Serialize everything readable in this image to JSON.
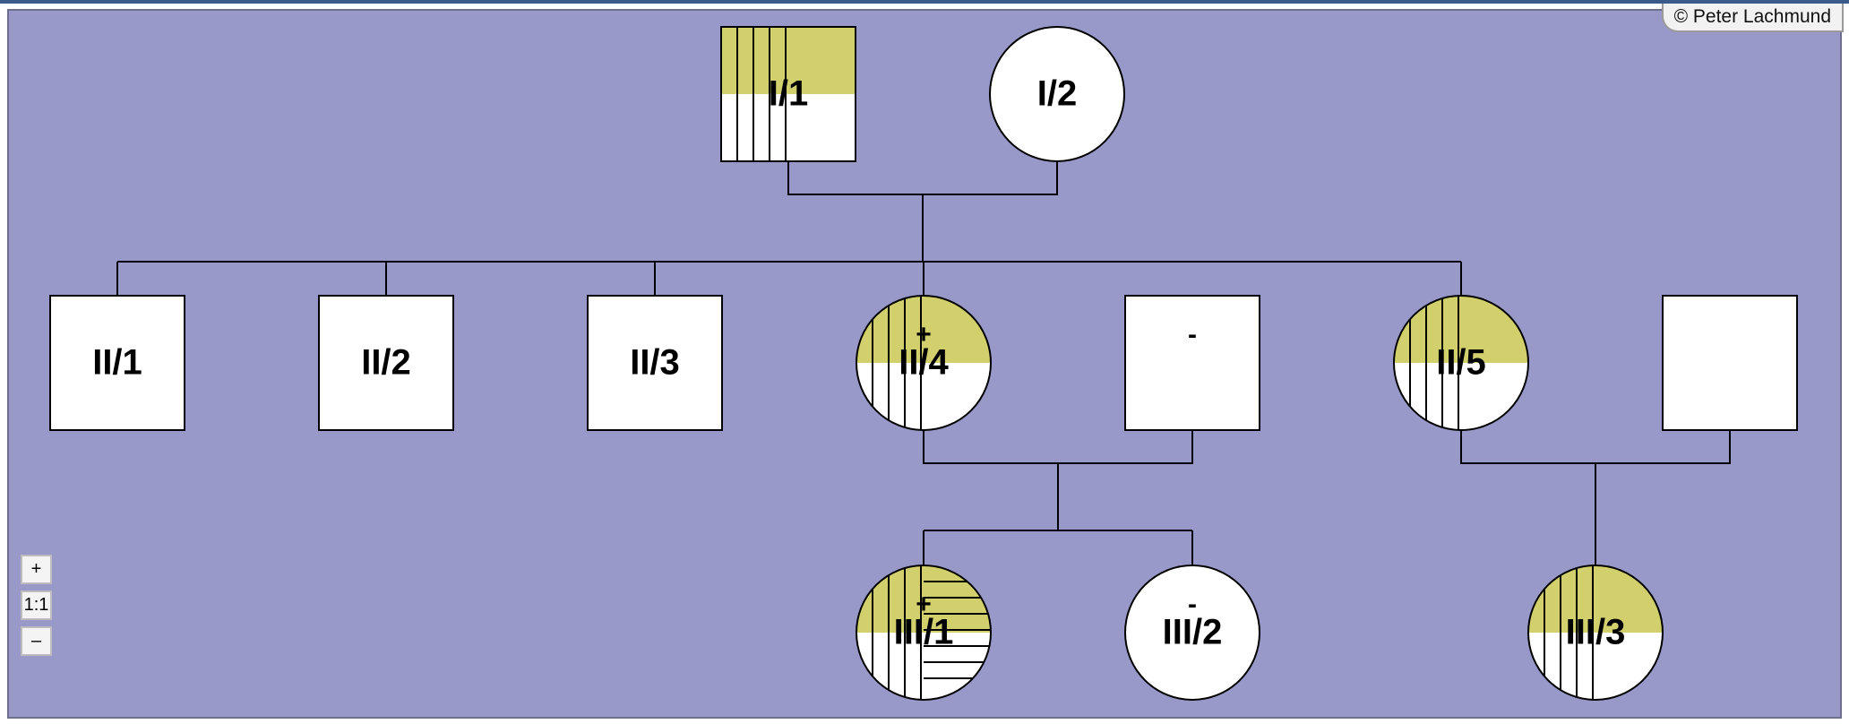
{
  "copyright": "© Peter Lachmund",
  "zoom": {
    "in_label": "+",
    "reset_label": "1:1",
    "out_label": "–"
  },
  "colors": {
    "background": "#9899c9",
    "affected_fill": "#d2d06d",
    "node_fill": "#ffffff",
    "line": "#000000"
  },
  "nodes": [
    {
      "id": "I/1",
      "label": "I/1",
      "sex": "male",
      "upper_shaded": true,
      "vertical_stripes": true,
      "horizontal_stripes": false,
      "mark": ""
    },
    {
      "id": "I/2",
      "label": "I/2",
      "sex": "female",
      "upper_shaded": false,
      "vertical_stripes": false,
      "horizontal_stripes": false,
      "mark": ""
    },
    {
      "id": "II/1",
      "label": "II/1",
      "sex": "male",
      "upper_shaded": false,
      "vertical_stripes": false,
      "horizontal_stripes": false,
      "mark": ""
    },
    {
      "id": "II/2",
      "label": "II/2",
      "sex": "male",
      "upper_shaded": false,
      "vertical_stripes": false,
      "horizontal_stripes": false,
      "mark": ""
    },
    {
      "id": "II/3",
      "label": "II/3",
      "sex": "male",
      "upper_shaded": false,
      "vertical_stripes": false,
      "horizontal_stripes": false,
      "mark": ""
    },
    {
      "id": "II/4",
      "label": "II/4",
      "sex": "female",
      "upper_shaded": true,
      "vertical_stripes": true,
      "horizontal_stripes": false,
      "mark": "+"
    },
    {
      "id": "spouse-II4",
      "label": "",
      "sex": "male",
      "upper_shaded": false,
      "vertical_stripes": false,
      "horizontal_stripes": false,
      "mark": "-"
    },
    {
      "id": "II/5",
      "label": "II/5",
      "sex": "female",
      "upper_shaded": true,
      "vertical_stripes": true,
      "horizontal_stripes": false,
      "mark": ""
    },
    {
      "id": "spouse-II5",
      "label": "",
      "sex": "male",
      "upper_shaded": false,
      "vertical_stripes": false,
      "horizontal_stripes": false,
      "mark": ""
    },
    {
      "id": "III/1",
      "label": "III/1",
      "sex": "female",
      "upper_shaded": true,
      "vertical_stripes": true,
      "horizontal_stripes": true,
      "mark": "+"
    },
    {
      "id": "III/2",
      "label": "III/2",
      "sex": "female",
      "upper_shaded": false,
      "vertical_stripes": false,
      "horizontal_stripes": false,
      "mark": "-"
    },
    {
      "id": "III/3",
      "label": "III/3",
      "sex": "female",
      "upper_shaded": true,
      "vertical_stripes": true,
      "horizontal_stripes": false,
      "mark": ""
    }
  ],
  "couples": [
    {
      "partners": [
        "I/1",
        "I/2"
      ],
      "children": [
        "II/1",
        "II/2",
        "II/3",
        "II/4",
        "II/5"
      ]
    },
    {
      "partners": [
        "II/4",
        "spouse-II4"
      ],
      "children": [
        "III/1",
        "III/2"
      ]
    },
    {
      "partners": [
        "II/5",
        "spouse-II5"
      ],
      "children": [
        "III/3"
      ]
    }
  ]
}
